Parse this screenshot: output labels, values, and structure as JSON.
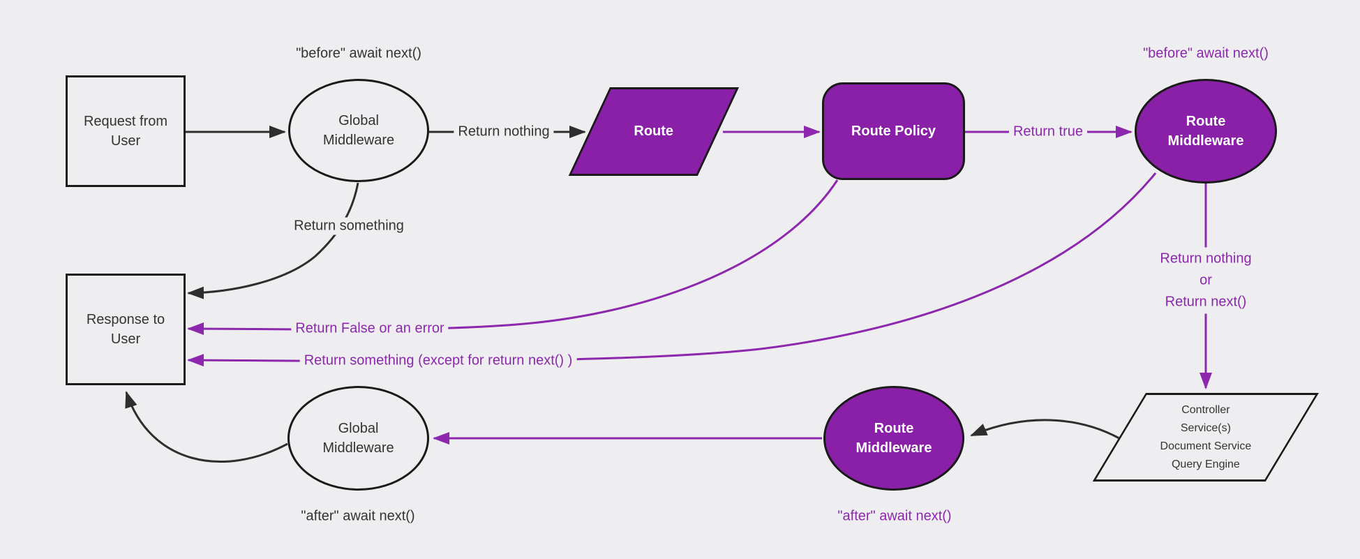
{
  "colors": {
    "background": "#eeeef0",
    "purple_fill": "#8a1fa8",
    "purple_line": "#8c27ae",
    "dark_line": "#2e2e2e",
    "dark_text": "#333333",
    "node_border": "#1a1a1a",
    "white_text": "#ffffff"
  },
  "nodes": {
    "request": {
      "lines": [
        "Request from",
        "User"
      ]
    },
    "global_middleware_top": {
      "lines": [
        "Global",
        "Middleware"
      ]
    },
    "route": {
      "label": "Route"
    },
    "route_policy": {
      "label": "Route Policy"
    },
    "route_middleware_top": {
      "lines": [
        "Route",
        "Middleware"
      ]
    },
    "controller": {
      "lines": [
        "Controller",
        "Service(s)",
        "Document Service",
        "Query Engine"
      ]
    },
    "route_middleware_bottom": {
      "lines": [
        "Route",
        "Middleware"
      ]
    },
    "global_middleware_bottom": {
      "lines": [
        "Global",
        "Middleware"
      ]
    },
    "response": {
      "lines": [
        "Response to",
        "User"
      ]
    }
  },
  "edge_labels": {
    "before_await_left": "\"before\" await next()",
    "before_await_right": "\"before\" await next()",
    "return_nothing": "Return nothing",
    "return_true": "Return true",
    "return_something": "Return something",
    "return_false_or_error": "Return False or an error",
    "return_something_except": "Return something (except for return next() )",
    "return_nothing_or": {
      "lines": [
        "Return nothing",
        "or",
        "Return next()"
      ]
    },
    "after_await_left": "\"after\" await next()",
    "after_await_right": "\"after\" await next()"
  }
}
